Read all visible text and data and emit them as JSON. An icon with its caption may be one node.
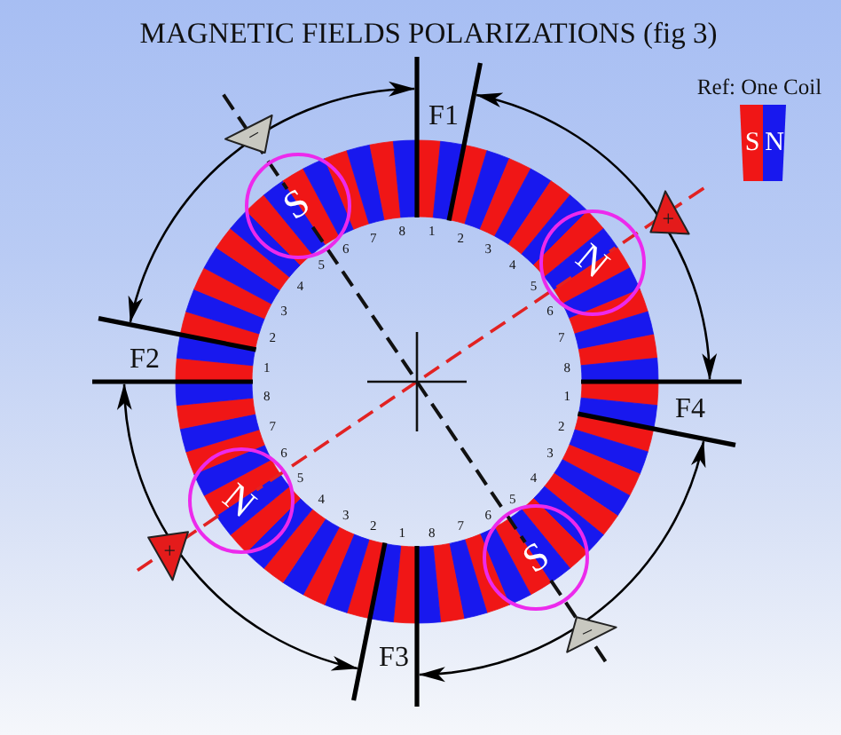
{
  "diagram": {
    "title": "MAGNETIC FIELDS POLARIZATIONS (fig 3)",
    "nodes": [
      {
        "text": [
          "Ref: One Coil",
          "S",
          "N"
        ]
      },
      {
        "text": [
          "−"
        ]
      },
      {
        "text": [
          "S"
        ]
      },
      {
        "text": [
          "+"
        ]
      },
      {
        "text": [
          "N"
        ]
      },
      {
        "text": [
          "N"
        ]
      },
      {
        "text": [
          "+"
        ]
      },
      {
        "text": [
          "S"
        ]
      },
      {
        "text": [
          "−"
        ]
      }
    ],
    "labels": [
      "F1",
      "F2",
      "F4",
      "F3",
      "1",
      "2",
      "3",
      "4",
      "5",
      "6",
      "7",
      "8",
      "1",
      "2",
      "3",
      "4",
      "5",
      "6",
      "7",
      "8",
      "1",
      "2",
      "3",
      "4",
      "5",
      "6",
      "7",
      "8",
      "1",
      "2",
      "3",
      "4",
      "5",
      "6",
      "7",
      "8"
    ]
  }
}
